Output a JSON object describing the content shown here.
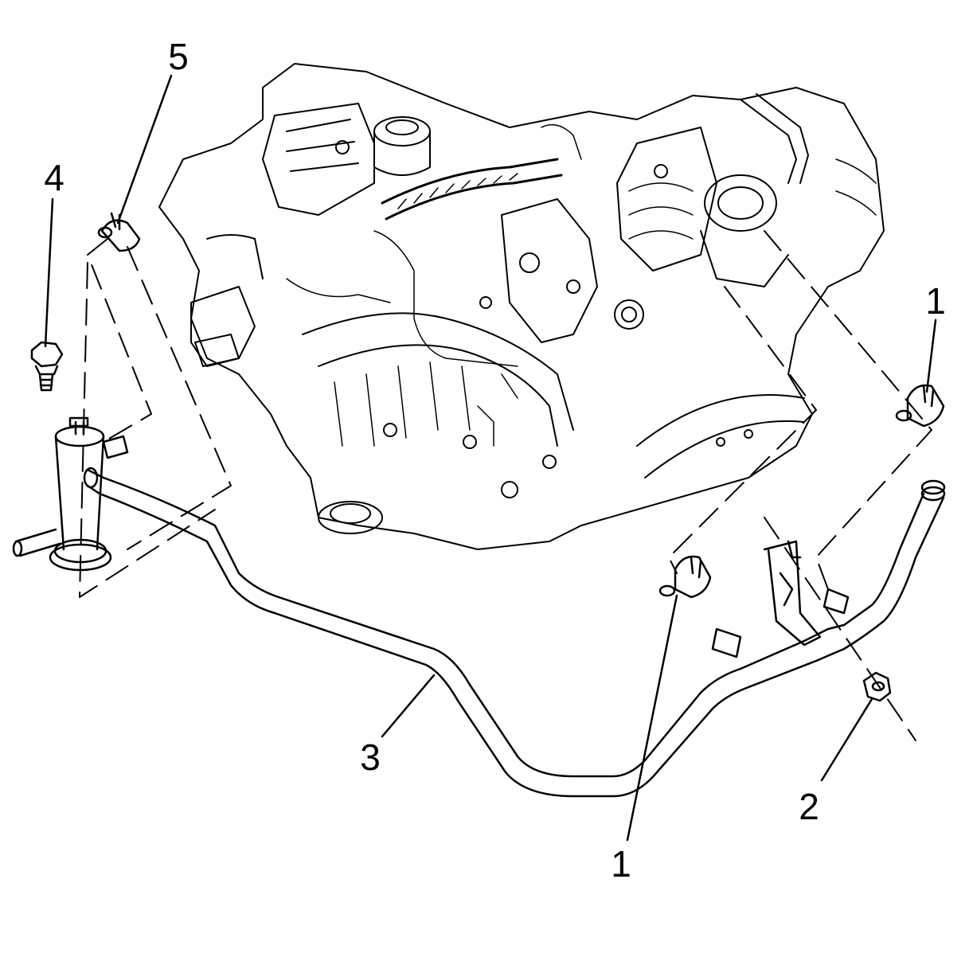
{
  "callouts": [
    {
      "id": "c1a",
      "text": "1"
    },
    {
      "id": "c1b",
      "text": "1"
    },
    {
      "id": "c2",
      "text": "2"
    },
    {
      "id": "c3",
      "text": "3"
    },
    {
      "id": "c4",
      "text": "4"
    },
    {
      "id": "c5",
      "text": "5"
    }
  ],
  "colors": {
    "ink": "#000000",
    "paper": "#ffffff"
  }
}
